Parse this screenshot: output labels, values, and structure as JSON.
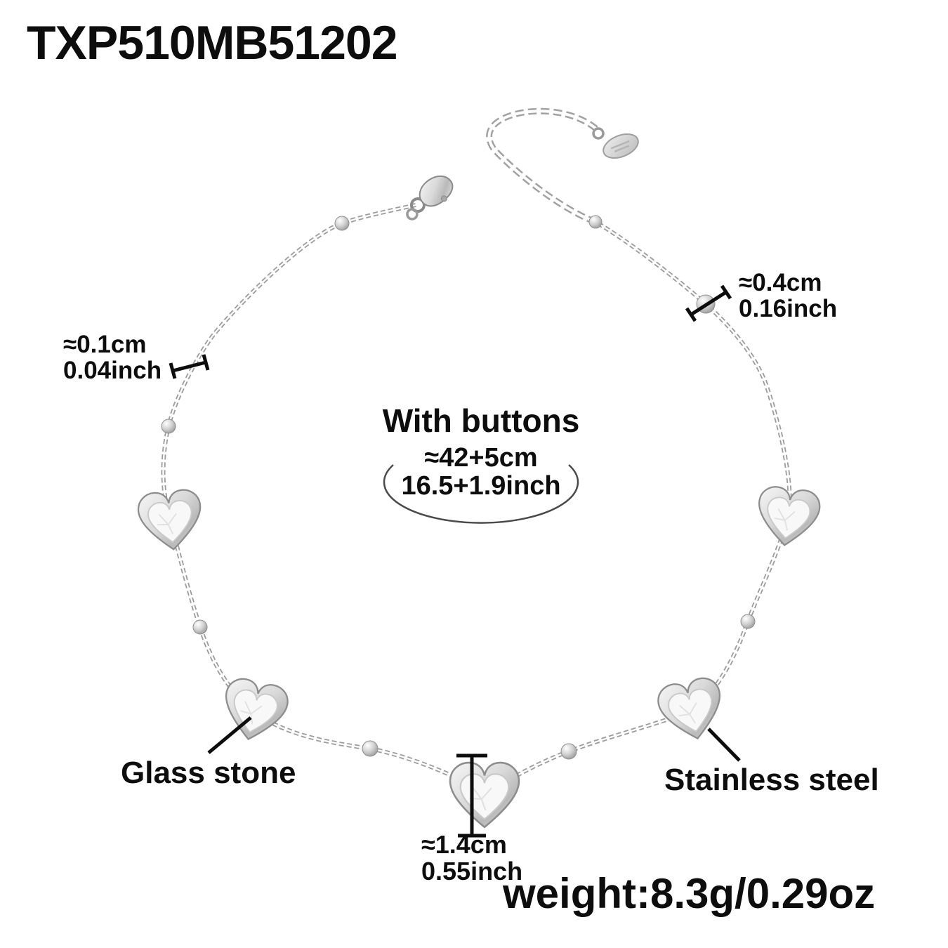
{
  "product": {
    "sku": "TXP510MB51202",
    "weight": "weight:8.3g/0.29oz"
  },
  "annotations": {
    "bead_diameter": {
      "cm": "≈0.4cm",
      "inch": "0.16inch"
    },
    "chain_thickness": {
      "cm": "≈0.1cm",
      "inch": "0.04inch"
    },
    "length": {
      "title": "With buttons",
      "cm": "≈42+5cm",
      "inch": "16.5+1.9inch"
    },
    "pendant_height": {
      "cm": "≈1.4cm",
      "inch": "0.55inch"
    },
    "material_stone": "Glass stone",
    "material_metal": "Stainless steel"
  },
  "illustration": {
    "subject": "heart-charm-bead-chain-necklace",
    "pendant_count": 5,
    "parts": [
      "lobster-clasp-icon",
      "extension-chain",
      "brand-tag-icon",
      "heart-pendant",
      "chain-bead",
      "cable-chain"
    ]
  },
  "colors": {
    "background": "#ffffff",
    "text": "#0d0d0d",
    "metal_light": "#f4f4f4",
    "metal_mid": "#c6c6c6",
    "metal_dark": "#8d8d8d",
    "glass": "#f8f8f8"
  }
}
